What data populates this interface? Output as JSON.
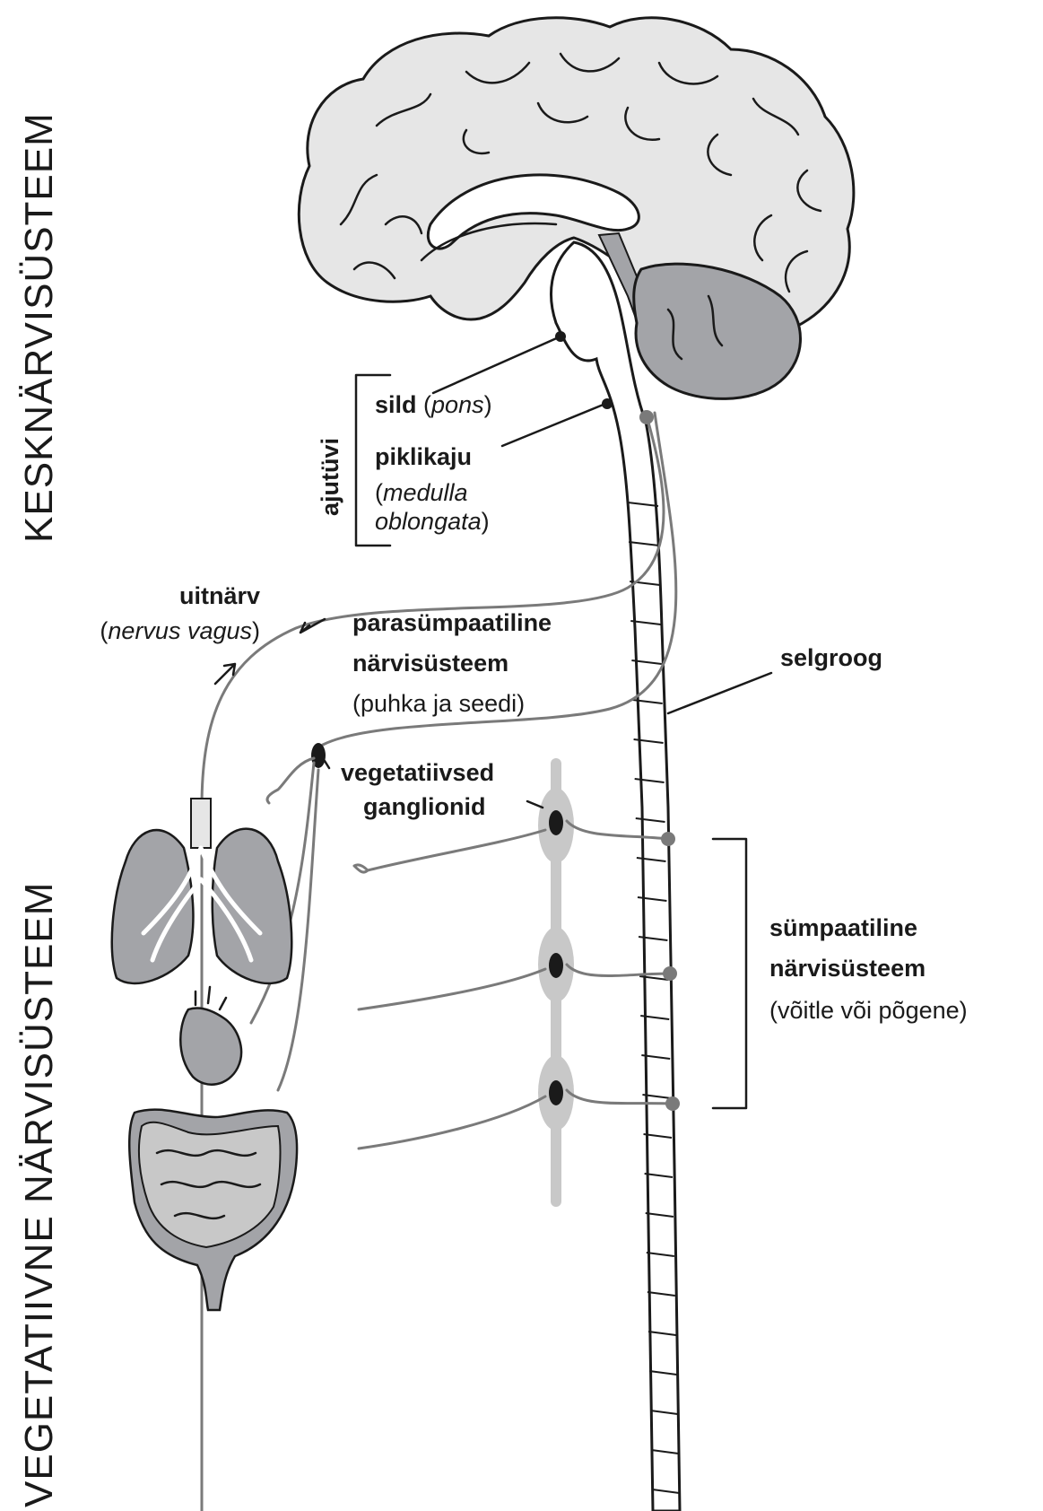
{
  "headings": {
    "cns": "KESKNÄRVISÜSTEEM",
    "ans": "VEGETATIIVNE NÄRVISÜSTEEM"
  },
  "brainstem": {
    "group": "ajutüvi",
    "pons_name": "sild",
    "pons_latin": "pons",
    "medulla_name": "piklikaju",
    "medulla_latin_1": "medulla",
    "medulla_latin_2": "oblongata"
  },
  "vagus": {
    "name": "uitnärv",
    "latin": "nervus vagus"
  },
  "parasympathetic": {
    "line1": "parasümpaatiline",
    "line2": "närvisüsteem",
    "note": "(puhka ja seedi)"
  },
  "spine": {
    "label": "selgroog"
  },
  "ganglia": {
    "line1": "vegetatiivsed",
    "line2": "ganglionid"
  },
  "sympathetic": {
    "line1": "sümpaatiline",
    "line2": "närvisüsteem",
    "note": "(võitle või põgene)"
  },
  "icons": [
    "brain-icon",
    "cerebellum-icon",
    "spinal-cord-icon",
    "lungs-icon",
    "heart-icon",
    "intestines-icon",
    "ganglion-icon"
  ],
  "colors": {
    "ink": "#1a1a1a",
    "brain_fill": "#e6e6e6",
    "cerebellum_fill": "#a3a4a8",
    "nerve": "#7a7a7a",
    "sympathetic_chain": "#c8c8c8"
  }
}
